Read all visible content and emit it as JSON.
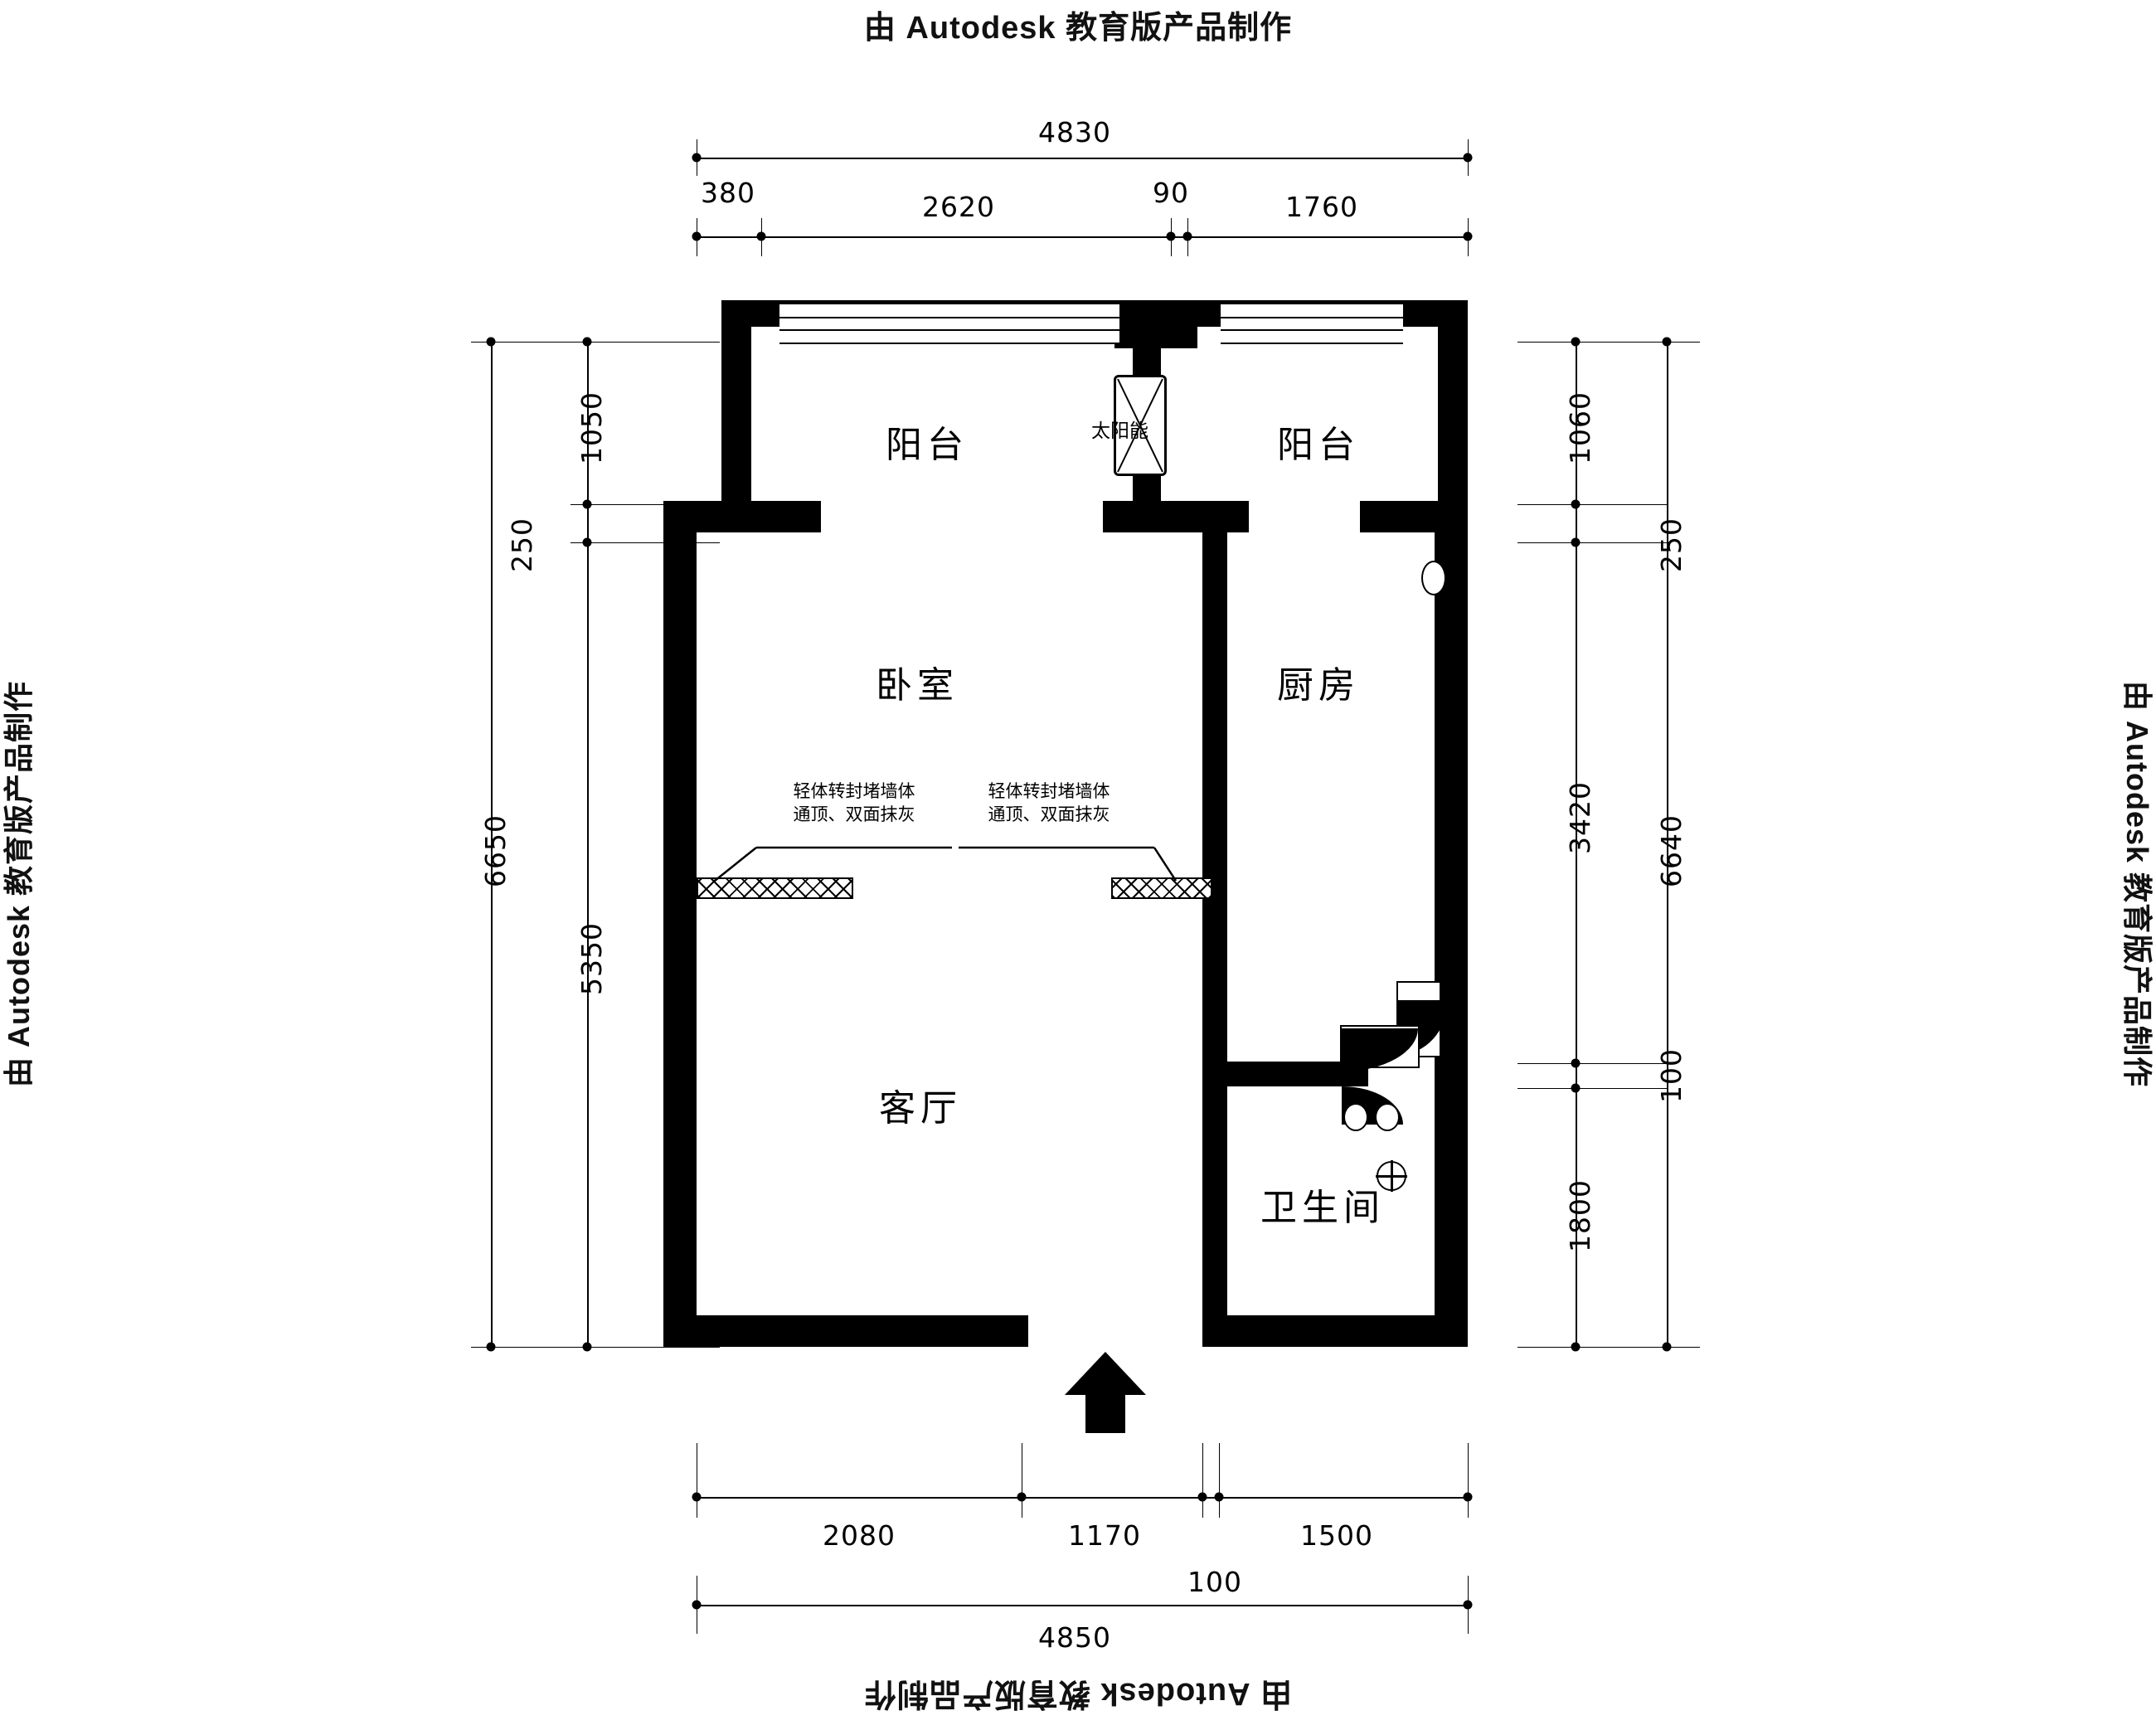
{
  "watermark": {
    "top": "由 Autodesk 教育版产品制作",
    "bottom": "由 Autodesk 教育版产品制作",
    "left": "由 Autodesk 教育版产品制作",
    "right": "由 Autodesk 教育版产品制作"
  },
  "rooms": [
    {
      "key": "balcony_left",
      "label": "阳台"
    },
    {
      "key": "balcony_right",
      "label": "阳台"
    },
    {
      "key": "bedroom",
      "label": "卧室"
    },
    {
      "key": "kitchen",
      "label": "厨房"
    },
    {
      "key": "living",
      "label": "客厅"
    },
    {
      "key": "bathroom",
      "label": "卫生间"
    }
  ],
  "equipment": {
    "solar_label": "太阳能"
  },
  "annotations": [
    {
      "key": "wall_note_left",
      "line1": "轻体转封堵墙体",
      "line2": "通顶、双面抹灰"
    },
    {
      "key": "wall_note_right",
      "line1": "轻体转封堵墙体",
      "line2": "通顶、双面抹灰"
    }
  ],
  "dimensions": {
    "top_overall": "4830",
    "top_chain": [
      "380",
      "2620",
      "90",
      "1760"
    ],
    "bottom_chain": [
      "2080",
      "1170",
      "1500"
    ],
    "bottom_small": "100",
    "bottom_overall": "4850",
    "left_overall": "6650",
    "left_chain": [
      "1050",
      "250",
      "5350"
    ],
    "right_inner": [
      "1060",
      "3420",
      "1800"
    ],
    "right_outer_250": "250",
    "right_outer_100": "100",
    "right_overall": "6640"
  },
  "colors": {
    "wall": "#000000",
    "paper": "#ffffff",
    "text": "#000000"
  }
}
